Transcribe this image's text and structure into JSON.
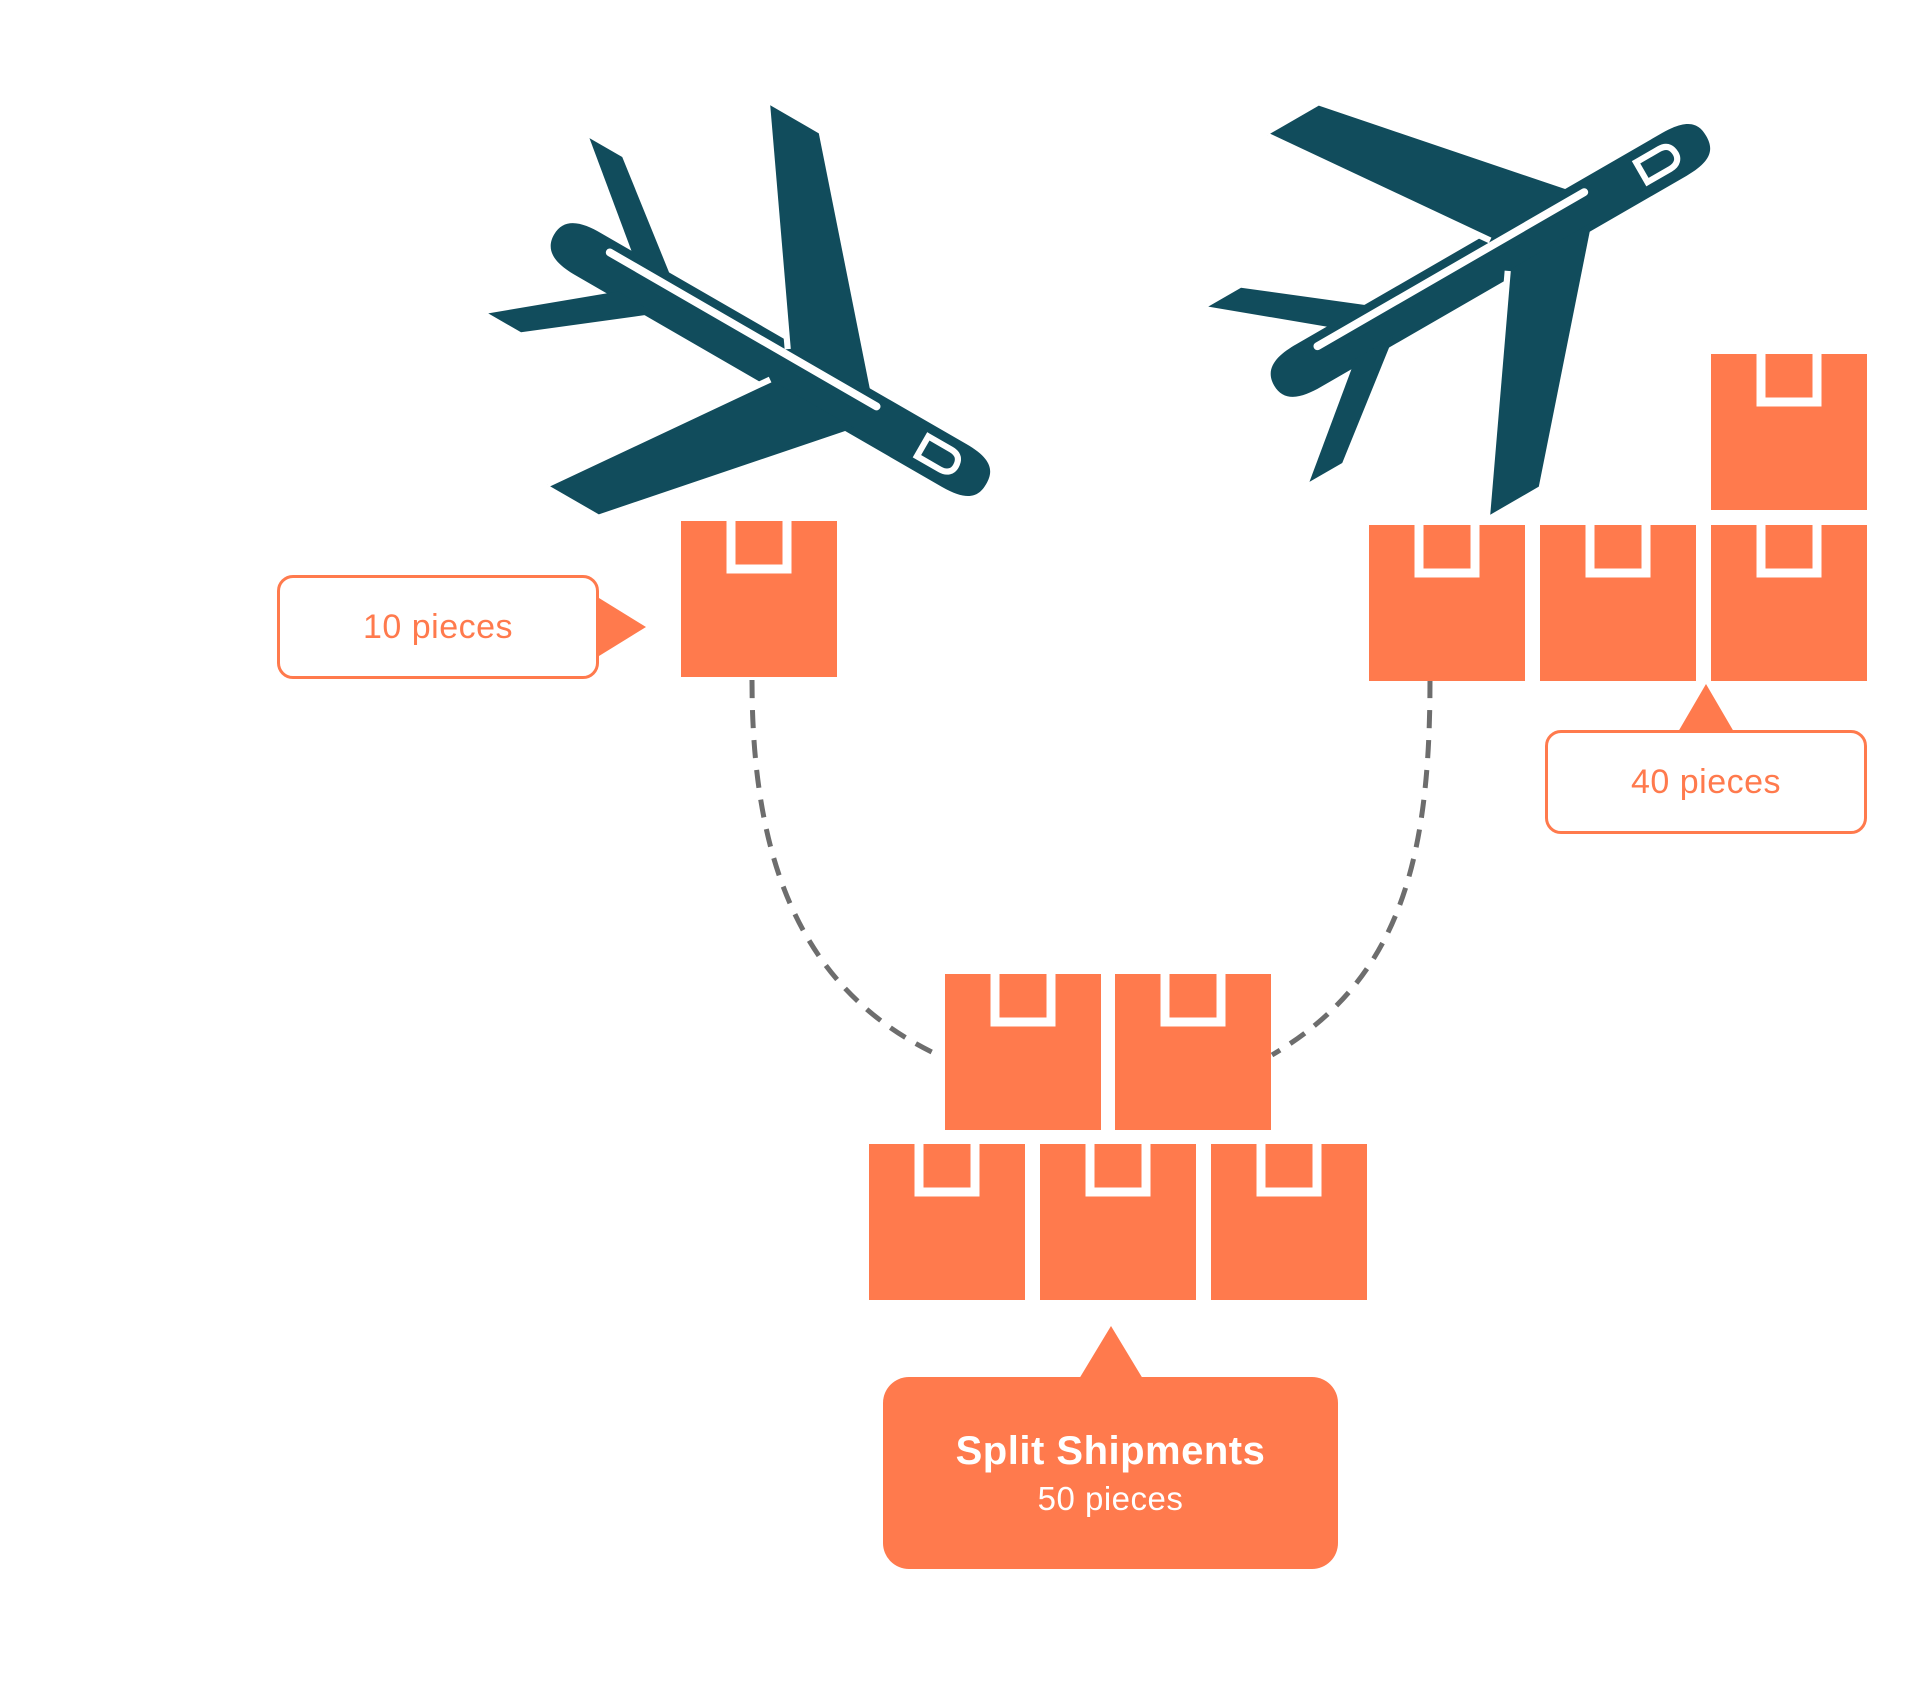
{
  "colors": {
    "accent": "#ff7a4d",
    "plane": "#114c5c",
    "connector": "#6d6d6d",
    "background": "#ffffff"
  },
  "icons": {
    "plane": "airplane-icon",
    "box": "package-box-icon"
  },
  "shipments": [
    {
      "id": "left",
      "label": "10 pieces",
      "boxes": 1
    },
    {
      "id": "right",
      "label": "40 pieces",
      "boxes": 4
    }
  ],
  "combined": {
    "title": "Split Shipments",
    "subtitle": "50 pieces",
    "boxes": 5
  }
}
